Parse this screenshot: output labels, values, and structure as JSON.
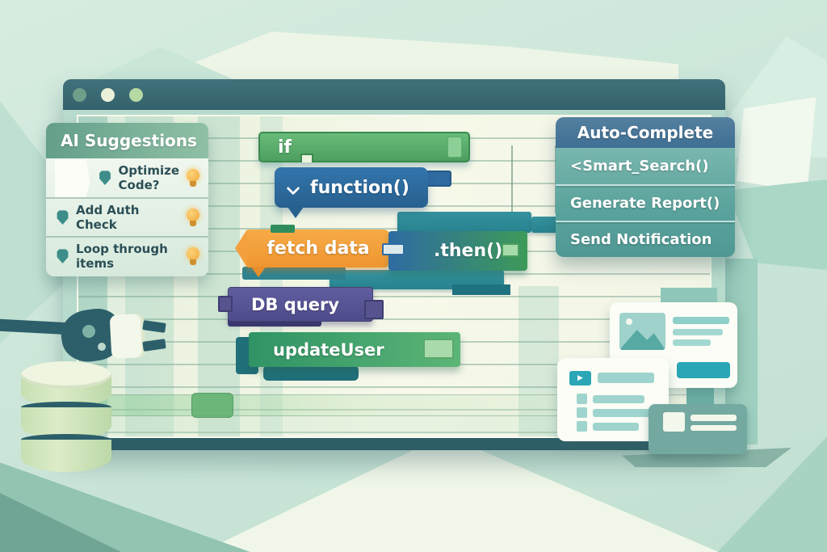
{
  "window": {
    "dot_colors": [
      "#6f9e8a",
      "#ebf1d8",
      "#b6d8a3"
    ]
  },
  "ai_panel": {
    "title": "AI Suggestions",
    "items": [
      {
        "label": "Optimize Code?"
      },
      {
        "label": "Add Auth Check"
      },
      {
        "label": "Loop through items"
      }
    ]
  },
  "autocomplete_panel": {
    "title": "Auto-Complete",
    "items": [
      {
        "label": "<Smart_Search()"
      },
      {
        "label": "Generate Report()"
      },
      {
        "label": "Send Notification"
      }
    ]
  },
  "blocks": {
    "if": {
      "label": "if"
    },
    "function": {
      "label": "function()"
    },
    "fetch": {
      "label": "fetch data"
    },
    "then": {
      "label": ".then()"
    },
    "db": {
      "label": "DB query"
    },
    "update": {
      "label": "updateUser"
    }
  },
  "icons": {
    "play": "▶"
  },
  "colors": {
    "background": "#cde6d9",
    "titlebar": "#3a6a74",
    "editor_bg": "#f4f7e7",
    "ai_header": "#7cb29b",
    "autocomplete_header": "#4a7ca1",
    "autocomplete_body": "#62a8a2",
    "block_if": "#57ab69",
    "block_function": "#2e6ca3",
    "block_fetch": "#f2a03c",
    "block_then_gradient_end": "#47a65c",
    "block_db": "#585596",
    "block_update": "#3f9e69",
    "teal_bar": "#2c8d99",
    "lightbulb": "#f6b43d",
    "card_accent": "#2ba6b6"
  }
}
